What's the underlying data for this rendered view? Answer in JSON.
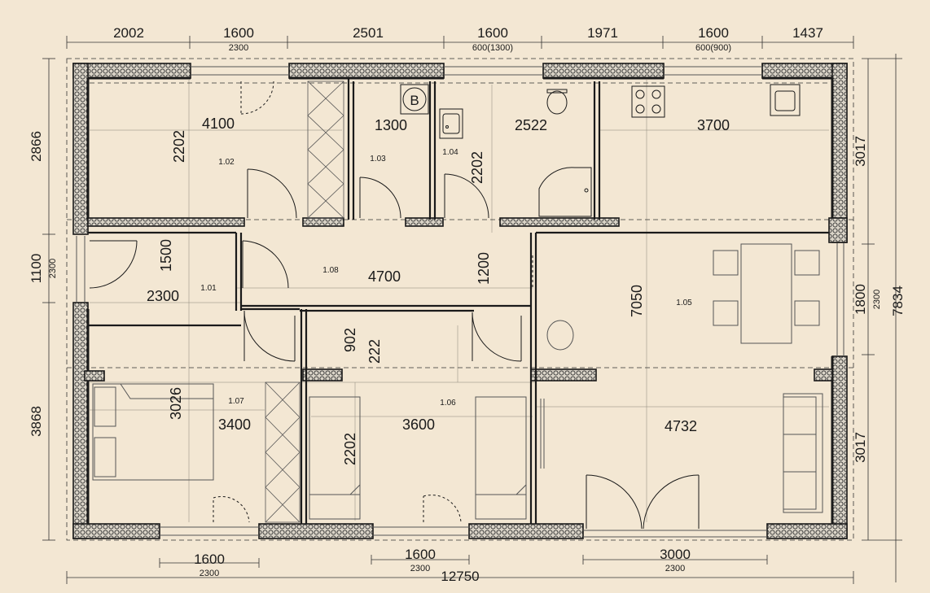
{
  "top_dims": [
    {
      "main": "2002",
      "sub": ""
    },
    {
      "main": "1600",
      "sub": "2300"
    },
    {
      "main": "2501",
      "sub": ""
    },
    {
      "main": "1600",
      "sub": "600(1300)"
    },
    {
      "main": "1971",
      "sub": ""
    },
    {
      "main": "1600",
      "sub": "600(900)"
    },
    {
      "main": "1437",
      "sub": ""
    }
  ],
  "left_dims": {
    "top": "2866",
    "mid": "1100",
    "mid_sub": "2300",
    "bottom": "3868"
  },
  "right_dims": {
    "top": "3017",
    "mid": "1800",
    "mid_sub": "2300",
    "bottom": "3017",
    "total": "7834"
  },
  "bottom_dims": [
    {
      "main": "1600",
      "sub": "2300"
    },
    {
      "main": "1600",
      "sub": "2300"
    },
    {
      "main": "3000",
      "sub": "2300"
    }
  ],
  "total_width": "12750",
  "room_ids": {
    "r102": "1.02",
    "r103": "1.03",
    "r104": "1.04",
    "r101": "1.01",
    "r108": "1.08",
    "r105": "1.05",
    "r107": "1.07",
    "r106": "1.06"
  },
  "inner_dims": {
    "r102_w": "4100",
    "r102_h": "2202",
    "r103_w": "1300",
    "r104_w": "2522",
    "r104_h": "2202",
    "kitchen_w": "3700",
    "r101_w": "2300",
    "r101_h": "1500",
    "hall_w": "4700",
    "hall_h": "1200",
    "r105_h": "7050",
    "r107_w": "3400",
    "r107_h": "3026",
    "r106_w": "3600",
    "r106_h": "2202",
    "corr_a": "902",
    "corr_b": "222",
    "living_w": "4732"
  },
  "boiler_symbol": "B"
}
